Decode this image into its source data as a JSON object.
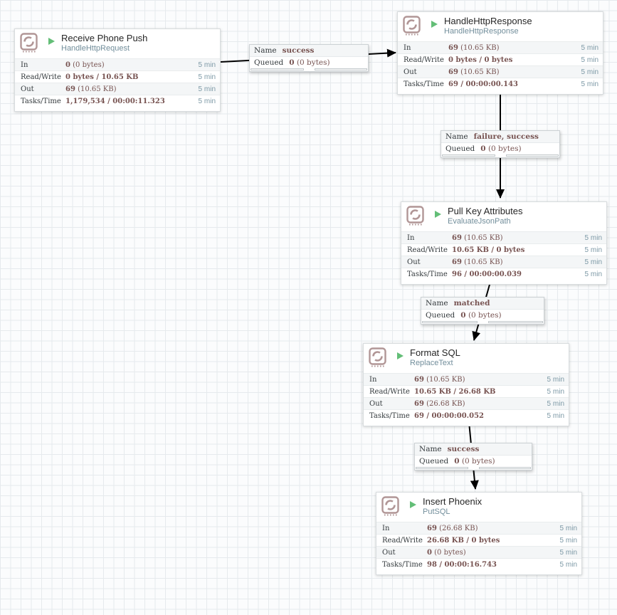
{
  "colors": {
    "stat_value": "#775351",
    "processor_type": "#728e9b",
    "time_label": "#7d99a6",
    "run_status_green": "#63be77",
    "processor_icon": "#b19696",
    "wire": "#000000"
  },
  "processors": [
    {
      "name": "Receive Phone Push",
      "type": "HandleHttpRequest",
      "stats": [
        {
          "label": "In",
          "value_bold": "0",
          "value_rest": " (0 bytes)",
          "time": "5 min"
        },
        {
          "label": "Read/Write",
          "value_bold": "0 bytes / 10.65 KB",
          "value_rest": "",
          "time": "5 min"
        },
        {
          "label": "Out",
          "value_bold": "69",
          "value_rest": " (10.65 KB)",
          "time": "5 min"
        },
        {
          "label": "Tasks/Time",
          "value_bold": "1,179,534 / 00:00:11.323",
          "value_rest": "",
          "time": "5 min"
        }
      ]
    },
    {
      "name": "HandleHttpResponse",
      "type": "HandleHttpResponse",
      "stats": [
        {
          "label": "In",
          "value_bold": "69",
          "value_rest": " (10.65 KB)",
          "time": "5 min"
        },
        {
          "label": "Read/Write",
          "value_bold": "0 bytes / 0 bytes",
          "value_rest": "",
          "time": "5 min"
        },
        {
          "label": "Out",
          "value_bold": "69",
          "value_rest": " (10.65 KB)",
          "time": "5 min"
        },
        {
          "label": "Tasks/Time",
          "value_bold": "69 / 00:00:00.143",
          "value_rest": "",
          "time": "5 min"
        }
      ]
    },
    {
      "name": "Pull Key Attributes",
      "type": "EvaluateJsonPath",
      "stats": [
        {
          "label": "In",
          "value_bold": "69",
          "value_rest": " (10.65 KB)",
          "time": "5 min"
        },
        {
          "label": "Read/Write",
          "value_bold": "10.65 KB / 0 bytes",
          "value_rest": "",
          "time": "5 min"
        },
        {
          "label": "Out",
          "value_bold": "69",
          "value_rest": " (10.65 KB)",
          "time": "5 min"
        },
        {
          "label": "Tasks/Time",
          "value_bold": "96 / 00:00:00.039",
          "value_rest": "",
          "time": "5 min"
        }
      ]
    },
    {
      "name": "Format SQL",
      "type": "ReplaceText",
      "stats": [
        {
          "label": "In",
          "value_bold": "69",
          "value_rest": " (10.65 KB)",
          "time": "5 min"
        },
        {
          "label": "Read/Write",
          "value_bold": "10.65 KB / 26.68 KB",
          "value_rest": "",
          "time": "5 min"
        },
        {
          "label": "Out",
          "value_bold": "69",
          "value_rest": " (26.68 KB)",
          "time": "5 min"
        },
        {
          "label": "Tasks/Time",
          "value_bold": "69 / 00:00:00.052",
          "value_rest": "",
          "time": "5 min"
        }
      ]
    },
    {
      "name": "Insert Phoenix",
      "type": "PutSQL",
      "stats": [
        {
          "label": "In",
          "value_bold": "69",
          "value_rest": " (26.68 KB)",
          "time": "5 min"
        },
        {
          "label": "Read/Write",
          "value_bold": "26.68 KB / 0 bytes",
          "value_rest": "",
          "time": "5 min"
        },
        {
          "label": "Out",
          "value_bold": "0",
          "value_rest": " (0 bytes)",
          "time": "5 min"
        },
        {
          "label": "Tasks/Time",
          "value_bold": "98 / 00:00:16.743",
          "value_rest": "",
          "time": "5 min"
        }
      ]
    }
  ],
  "connections": [
    {
      "name_label": "Name",
      "name_value": "success",
      "queued_label": "Queued",
      "queued_bold": "0",
      "queued_rest": " (0 bytes)"
    },
    {
      "name_label": "Name",
      "name_value": "failure, success",
      "queued_label": "Queued",
      "queued_bold": "0",
      "queued_rest": " (0 bytes)"
    },
    {
      "name_label": "Name",
      "name_value": "matched",
      "queued_label": "Queued",
      "queued_bold": "0",
      "queued_rest": " (0 bytes)"
    },
    {
      "name_label": "Name",
      "name_value": "success",
      "queued_label": "Queued",
      "queued_bold": "0",
      "queued_rest": " (0 bytes)"
    }
  ]
}
